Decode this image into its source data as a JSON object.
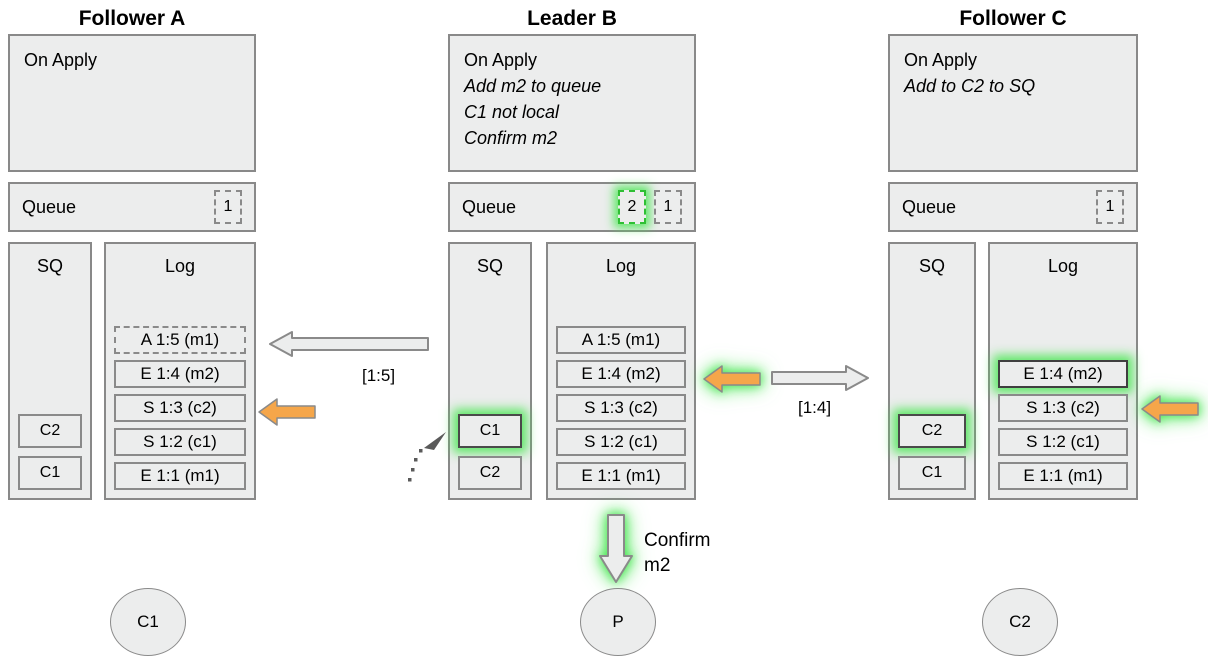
{
  "diagram": {
    "title_row": [
      "Follower A",
      "Leader B",
      "Follower C"
    ],
    "columns": [
      {
        "id": "follower-a",
        "title": "Follower A",
        "on_apply": {
          "header": "On Apply",
          "lines": []
        },
        "queue": {
          "label": "Queue",
          "slots": [
            {
              "value": "1",
              "highlight": false
            }
          ]
        },
        "sq": {
          "label": "SQ",
          "items": [
            {
              "value": "C2",
              "highlight": false
            },
            {
              "value": "C1",
              "highlight": false
            }
          ]
        },
        "log": {
          "label": "Log",
          "entries": [
            {
              "value": "A 1:5 (m1)",
              "style": "dashed",
              "highlight": false
            },
            {
              "value": "E 1:4 (m2)",
              "style": "solid",
              "highlight": false
            },
            {
              "value": "S 1:3 (c2)",
              "style": "solid",
              "highlight": false
            },
            {
              "value": "S 1:2 (c1)",
              "style": "solid",
              "highlight": false
            },
            {
              "value": "E 1:1 (m1)",
              "style": "solid",
              "highlight": false
            }
          ]
        },
        "node": "C1"
      },
      {
        "id": "leader-b",
        "title": "Leader B",
        "on_apply": {
          "header": "On Apply",
          "lines": [
            "Add m2 to queue",
            "C1 not local",
            "Confirm m2"
          ]
        },
        "queue": {
          "label": "Queue",
          "slots": [
            {
              "value": "2",
              "highlight": true
            },
            {
              "value": "1",
              "highlight": false
            }
          ]
        },
        "sq": {
          "label": "SQ",
          "items": [
            {
              "value": "C1",
              "highlight": true
            },
            {
              "value": "C2",
              "highlight": false
            }
          ]
        },
        "log": {
          "label": "Log",
          "entries": [
            {
              "value": "A 1:5 (m1)",
              "style": "solid",
              "highlight": false
            },
            {
              "value": "E 1:4 (m2)",
              "style": "solid",
              "highlight": false
            },
            {
              "value": "S 1:3 (c2)",
              "style": "solid",
              "highlight": false
            },
            {
              "value": "S 1:2 (c1)",
              "style": "solid",
              "highlight": false
            },
            {
              "value": "E 1:1 (m1)",
              "style": "solid",
              "highlight": false
            }
          ]
        },
        "node": "P"
      },
      {
        "id": "follower-c",
        "title": "Follower C",
        "on_apply": {
          "header": "On Apply",
          "lines": [
            "Add to C2 to SQ"
          ]
        },
        "queue": {
          "label": "Queue",
          "slots": [
            {
              "value": "1",
              "highlight": false
            }
          ]
        },
        "sq": {
          "label": "SQ",
          "items": [
            {
              "value": "C2",
              "highlight": true
            },
            {
              "value": "C1",
              "highlight": false
            }
          ]
        },
        "log": {
          "label": "Log",
          "entries": [
            {
              "value": "E 1:4 (m2)",
              "style": "solid",
              "highlight": true
            },
            {
              "value": "S 1:3 (c2)",
              "style": "solid",
              "highlight": false
            },
            {
              "value": "S 1:2 (c1)",
              "style": "solid",
              "highlight": false
            },
            {
              "value": "E 1:1 (m1)",
              "style": "solid",
              "highlight": false
            }
          ]
        },
        "node": "C2"
      }
    ],
    "arrows": {
      "ab_label": "[1:5]",
      "bc_label": "[1:4]",
      "confirm_label_line1": "Confirm",
      "confirm_label_line2": "m2"
    },
    "colors": {
      "panel_fill": "#eceded",
      "panel_border": "#898989",
      "orange_arrow": "#f5a64a",
      "orange_arrow_border": "#8a8a8a",
      "highlight_green": "#46e650",
      "hollow_arrow_fill": "#eceded",
      "text": "#000000"
    }
  }
}
